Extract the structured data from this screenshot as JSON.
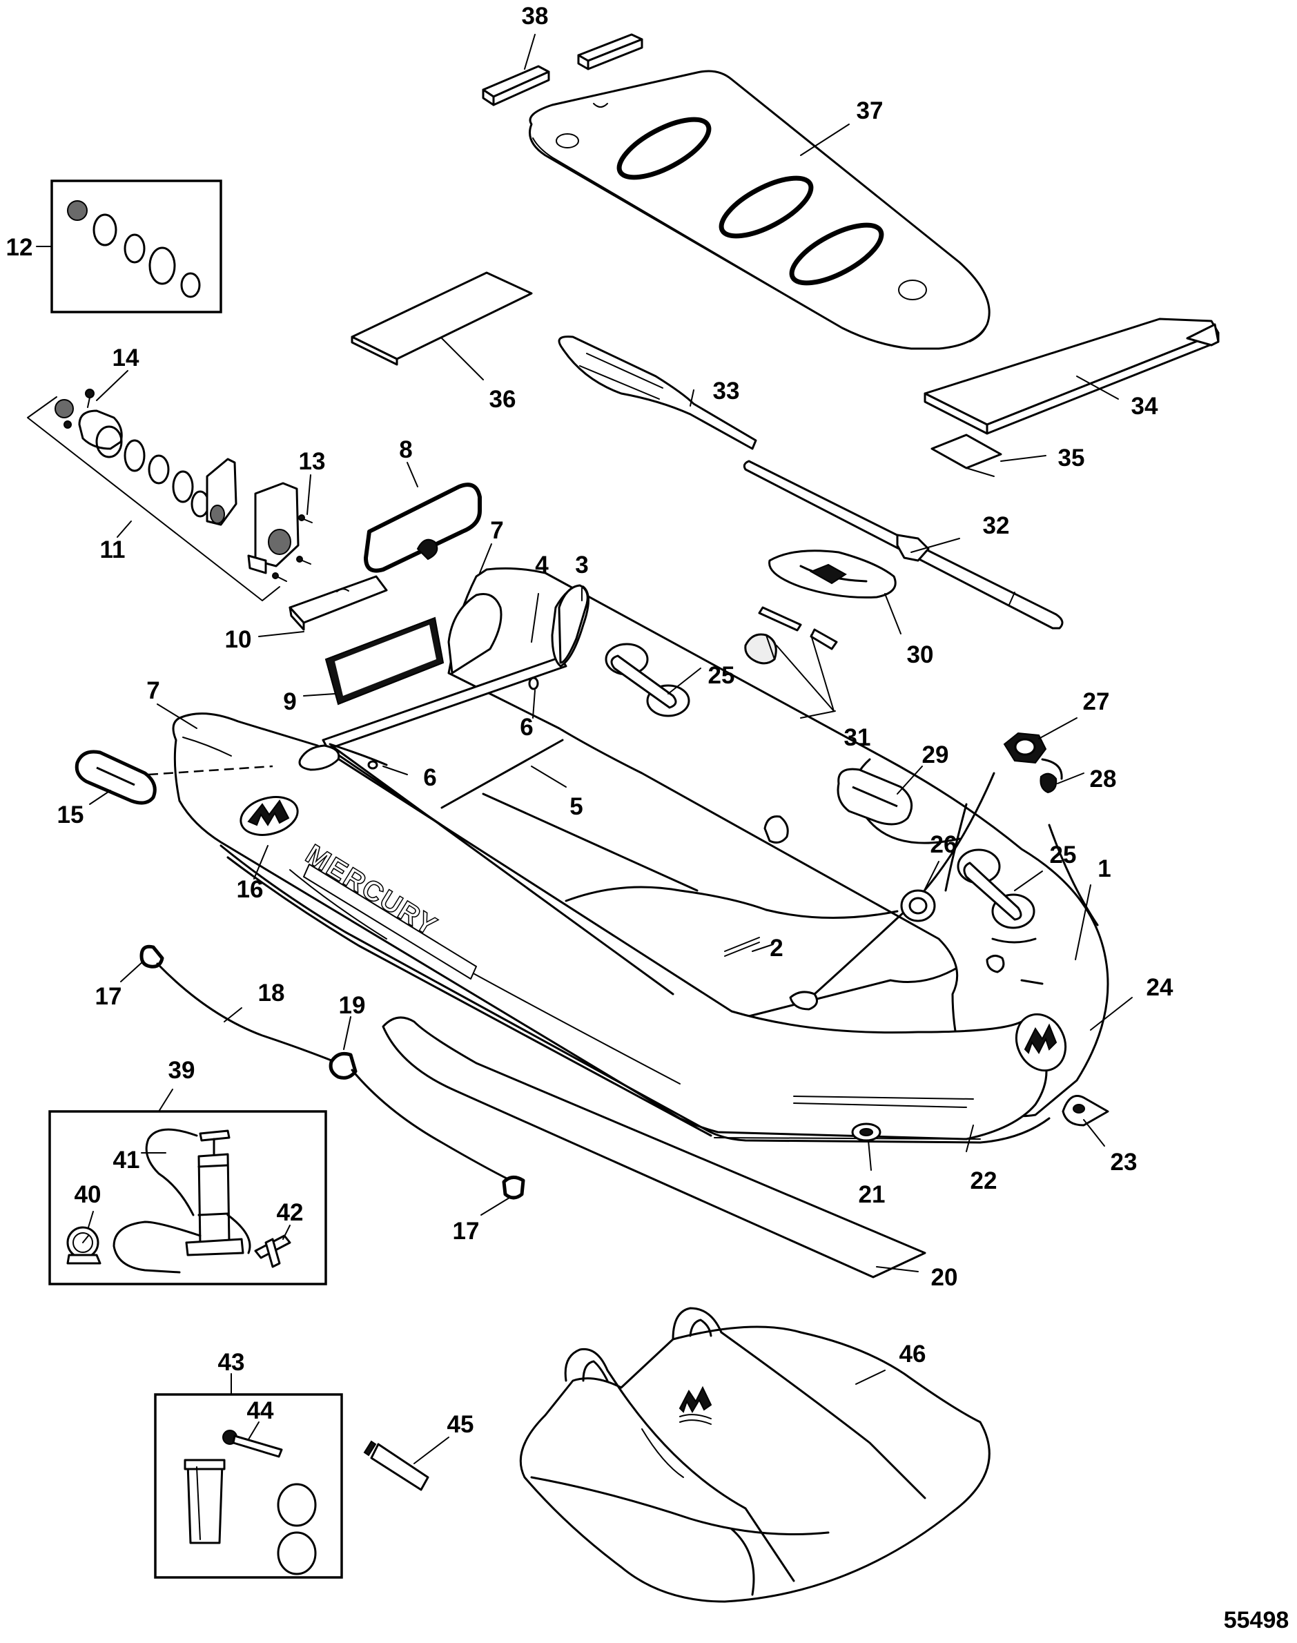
{
  "figure_number": "55498",
  "brand_text": "MERCURY",
  "callouts": [
    "1",
    "2",
    "3",
    "4",
    "5",
    "6",
    "6",
    "7",
    "7",
    "8",
    "9",
    "10",
    "11",
    "12",
    "13",
    "14",
    "15",
    "16",
    "17",
    "17",
    "18",
    "19",
    "20",
    "21",
    "22",
    "23",
    "24",
    "25",
    "25",
    "26",
    "27",
    "28",
    "29",
    "30",
    "31",
    "32",
    "33",
    "34",
    "35",
    "36",
    "37",
    "38",
    "39",
    "40",
    "41",
    "42",
    "43",
    "44",
    "45",
    "46"
  ]
}
